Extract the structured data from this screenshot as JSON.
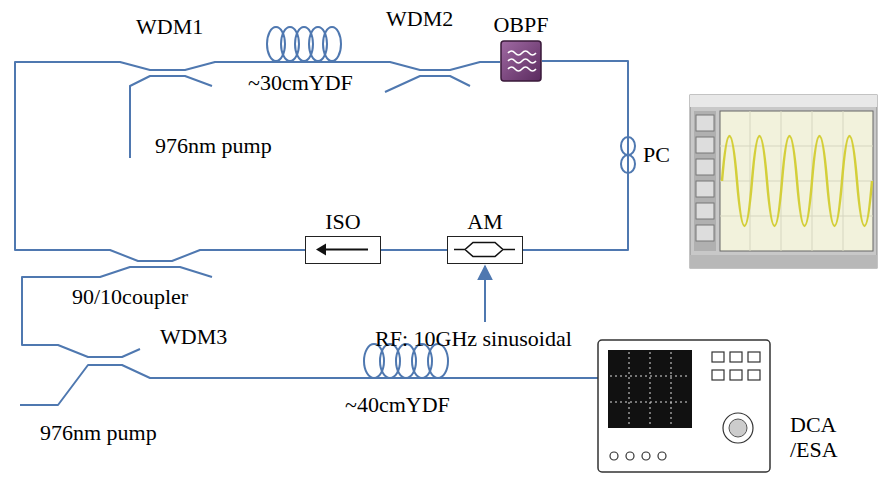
{
  "diagram": {
    "nodes": [
      {
        "text": [
          "OBPF"
        ]
      },
      {
        "text": [
          "ISO"
        ]
      },
      {
        "text": [
          "AM"
        ]
      }
    ],
    "edges": [
      {
        "from": 0,
        "to": 2,
        "arrow": "none"
      },
      {
        "from": 2,
        "to": 1,
        "arrow": "none"
      }
    ],
    "labels": [
      "WDM1",
      "WDM2",
      "~30cmYDF",
      "976nm pump",
      "PC",
      "RF: 10GHz sinusoidal",
      "90/10coupler",
      "WDM3",
      "~40cmYDF",
      "976nm pump",
      "DCA /ESA"
    ]
  }
}
